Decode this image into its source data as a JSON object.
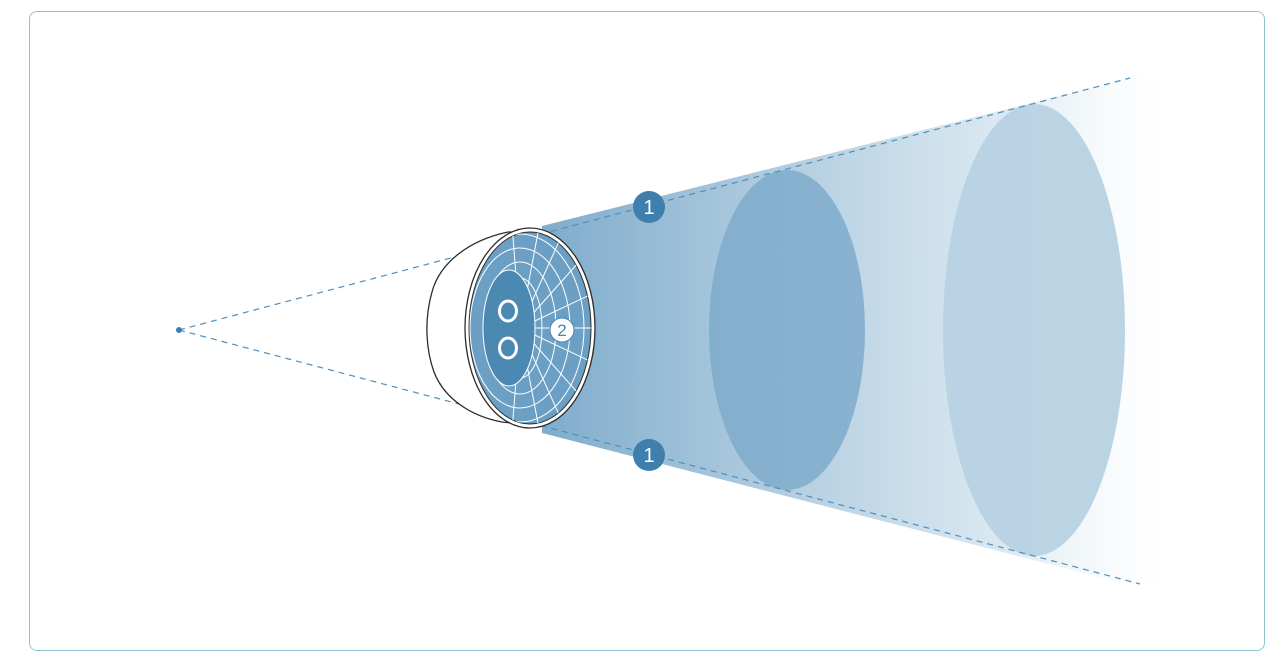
{
  "diagram": {
    "title": "",
    "callouts": [
      {
        "id": "beam-edge-top",
        "label": "1"
      },
      {
        "id": "beam-edge-bottom",
        "label": "1"
      },
      {
        "id": "sensor-array",
        "label": "2"
      }
    ],
    "colors": {
      "frame_border": "#8fc3d2",
      "beam_light": "#b9d3e4",
      "beam_mid": "#86b2cd",
      "device_face": "#6b9fc4",
      "device_core": "#4b89b3",
      "badge_fill": "#3f7fae",
      "dash_line": "#4d8fbd"
    },
    "icons": {
      "device": "radar-sensor-icon",
      "apex": "origin-point-icon"
    }
  }
}
